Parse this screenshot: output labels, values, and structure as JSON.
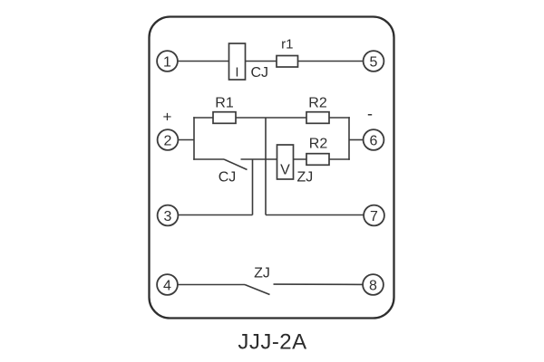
{
  "figure": {
    "title": "JJJ-2A",
    "terminals": [
      {
        "number": "1"
      },
      {
        "number": "2"
      },
      {
        "number": "3"
      },
      {
        "number": "4"
      },
      {
        "number": "5"
      },
      {
        "number": "6"
      },
      {
        "number": "7"
      },
      {
        "number": "8"
      }
    ],
    "polarity": {
      "plus": "+",
      "minus": "-"
    },
    "components": {
      "current_coil": {
        "symbol_letter": "I",
        "designator": "CJ"
      },
      "resistor_r1": {
        "designator": "r1"
      },
      "resistor_R1": {
        "designator": "R1"
      },
      "resistor_R2_upper": {
        "designator": "R2"
      },
      "resistor_R2_lower": {
        "designator": "R2"
      },
      "contact_cj": {
        "designator": "CJ"
      },
      "voltage_coil": {
        "symbol_letter": "V",
        "designator": "ZJ"
      },
      "contact_zj": {
        "designator": "ZJ"
      }
    },
    "colors": {
      "background": "#ffffff",
      "line": "#3b3b3b",
      "text": "#2e2e2e"
    }
  }
}
